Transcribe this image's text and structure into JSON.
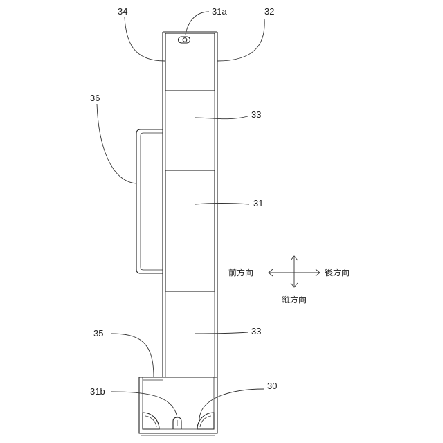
{
  "labels": {
    "l31a": "31a",
    "l34": "34",
    "l32": "32",
    "l36": "36",
    "l33_top": "33",
    "l31": "31",
    "l33_bottom": "33",
    "l35": "35",
    "l31b": "31b",
    "l30": "30"
  },
  "directions": {
    "front": "前方向",
    "rear": "後方向",
    "vertical": "縦方向"
  }
}
